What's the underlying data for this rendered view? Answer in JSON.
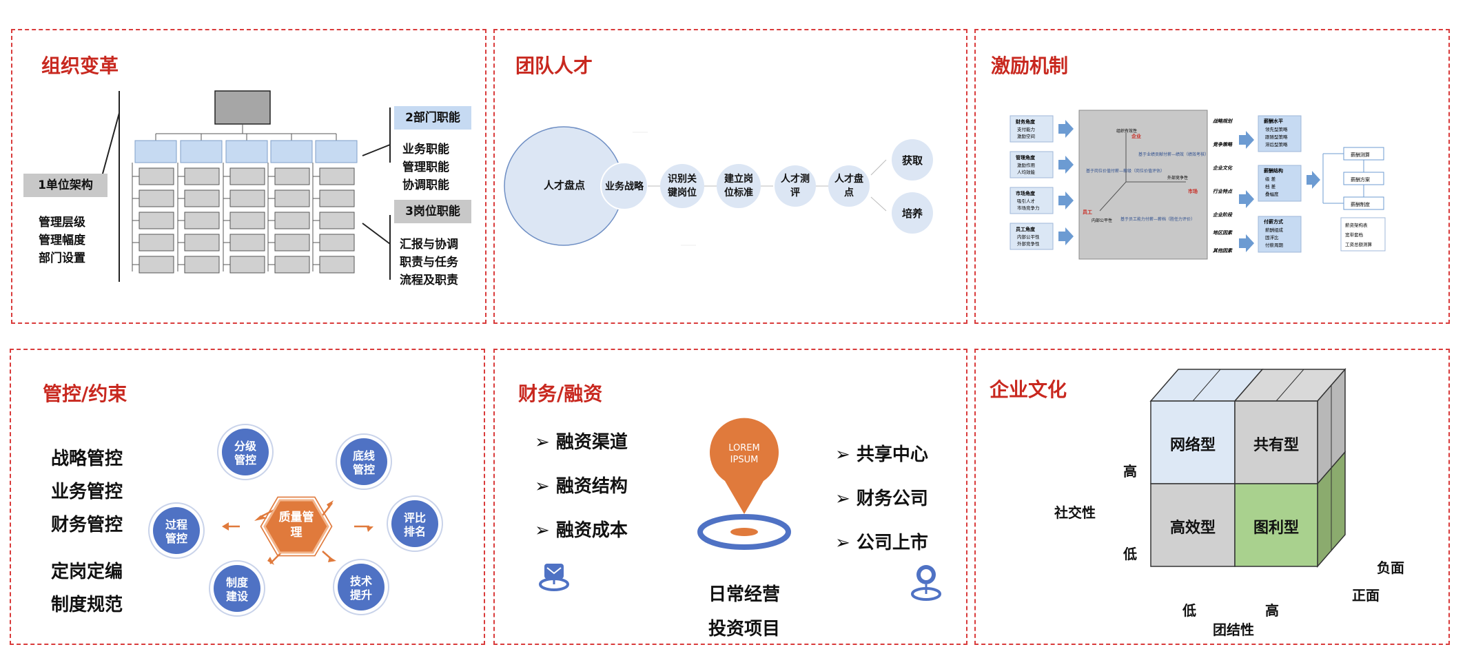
{
  "panels": {
    "org": {
      "title": "组织变革",
      "unit_label": "1单位架构",
      "unit_items": [
        "管理层级",
        "管理幅度",
        "部门设置"
      ],
      "dept_label": "2部门职能",
      "dept_items": [
        "业务职能",
        "管理职能",
        "协调职能"
      ],
      "post_label": "3岗位职能",
      "post_items": [
        "汇报与协调",
        "职责与任务",
        "流程及职责"
      ]
    },
    "talent": {
      "title": "团队人才",
      "big_circle": "人才盘点",
      "steps": [
        "业务战略",
        "识别关键岗位",
        "建立岗位标准",
        "人才测评",
        "人才盘点"
      ],
      "outcomes": [
        "获取",
        "培养"
      ]
    },
    "incentive": {
      "title": "激励机制",
      "left_boxes": [
        {
          "head": "财务角度",
          "items": [
            "支付能力",
            "激励空间"
          ]
        },
        {
          "head": "管理角度",
          "items": [
            "激励作用",
            "人均效能"
          ]
        },
        {
          "head": "市场角度",
          "items": [
            "吸引人才",
            "市场竞争力"
          ]
        },
        {
          "head": "员工角度",
          "items": [
            "内部公平性",
            "外部竞争性"
          ]
        }
      ],
      "axis_labels": [
        "企业",
        "员工",
        "市场",
        "组织有效性",
        "外部竞争性",
        "内部公平性"
      ],
      "center_notes": [
        "基于岗位价值付薪—薪级（岗位价值评估）",
        "基于业绩贡献付薪—绩效（绩效考核）",
        "基于员工能力付薪—薪档（胜任力评价）"
      ],
      "factors": [
        "战略规划",
        "竞争策略",
        "企业文化",
        "行业特点",
        "企业阶段",
        "地区因素",
        "其他因素"
      ],
      "right_boxes": [
        {
          "head": "薪酬水平",
          "items": [
            "领先型策略",
            "跟随型策略",
            "滞后型策略"
          ]
        },
        {
          "head": "薪酬结构",
          "items": [
            "级 差",
            "档 差",
            "叠幅度"
          ]
        },
        {
          "head": "付薪方式",
          "items": [
            "薪酬组成",
            "固浮比",
            "付薪周期"
          ]
        }
      ],
      "outputs": [
        "薪酬测算",
        "薪酬方案",
        "薪酬制度"
      ],
      "output_notes": [
        "薪资架构表",
        "宽带套档",
        "工资总额测算"
      ]
    },
    "control": {
      "title": "管控/约束",
      "list": [
        "战略管控",
        "业务管控",
        "财务管控",
        "定岗定编",
        "制度规范"
      ],
      "center": "质量管理",
      "nodes": [
        "分级管控",
        "底线管控",
        "评比排名",
        "技术提升",
        "制度建设",
        "过程管控"
      ]
    },
    "finance": {
      "title": "财务/融资",
      "left_list": [
        "融资渠道",
        "融资结构",
        "融资成本"
      ],
      "right_list": [
        "共享中心",
        "财务公司",
        "公司上市"
      ],
      "pin_text": "LOREM IPSUM",
      "bottom": [
        "日常经营",
        "投资项目"
      ]
    },
    "culture": {
      "title": "企业文化",
      "cells": [
        "网络型",
        "共有型",
        "高效型",
        "图利型"
      ],
      "y_axis": "社交性",
      "y_high": "高",
      "y_low": "低",
      "x_axis": "团结性",
      "x_low": "低",
      "x_high": "高",
      "depth_neg": "负面",
      "depth_pos": "正面"
    }
  },
  "colors": {
    "title_red": "#c8281f",
    "border_red": "#d93a3a",
    "blue_light": "#c6daf2",
    "node_blue": "#4f72c4",
    "orange": "#e07a3c",
    "green_light": "#a9d18e",
    "green_dark": "#8bab6e",
    "grey": "#d0d0d0"
  }
}
